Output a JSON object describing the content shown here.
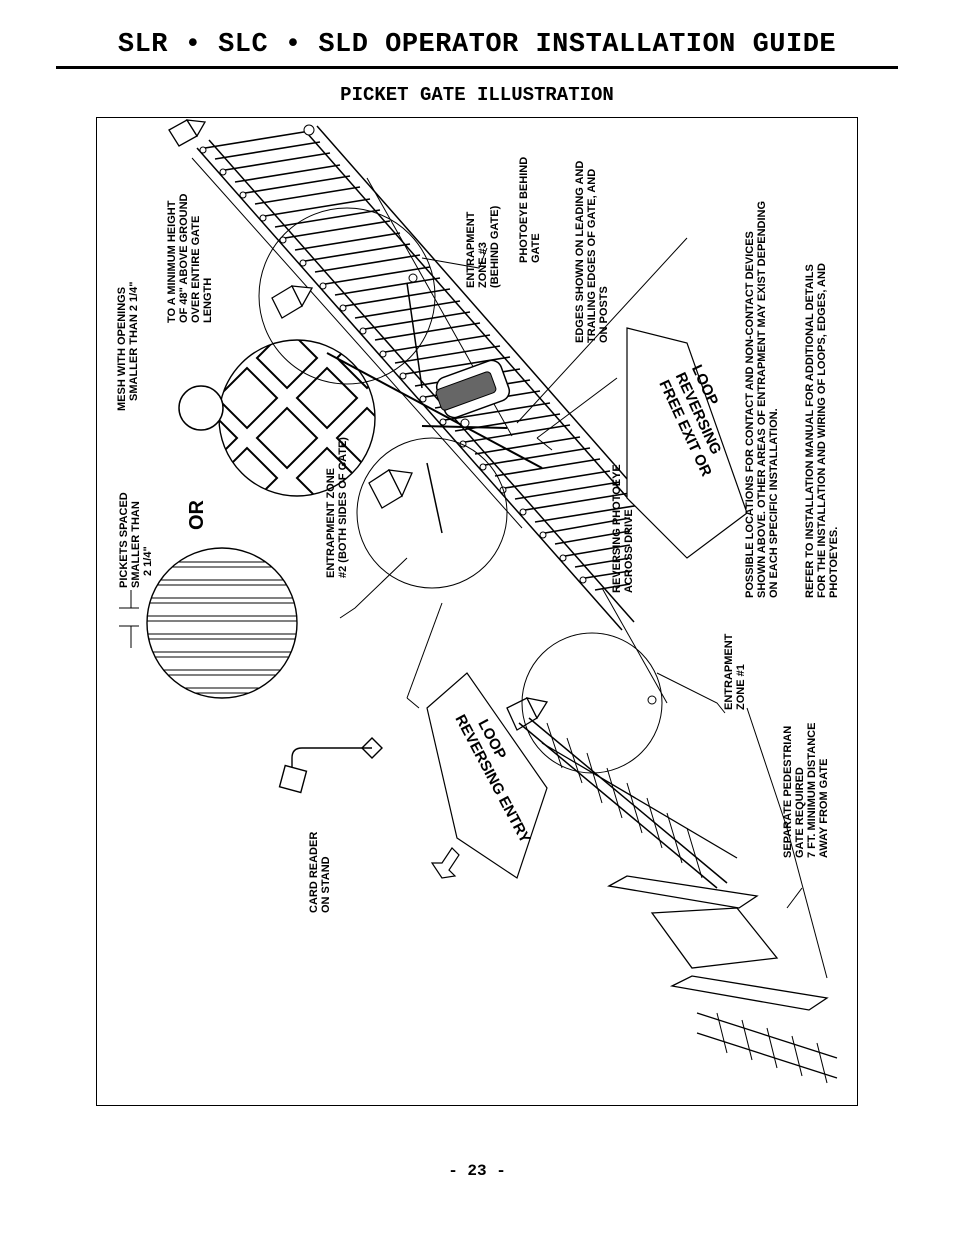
{
  "header": {
    "title": "SLR • SLC • SLD OPERATOR INSTALLATION GUIDE",
    "section": "PICKET GATE ILLUSTRATION"
  },
  "figure": {
    "labels": {
      "pickets": [
        "PICKETS SPACED",
        "SMALLER THAN",
        "2 1/4\""
      ],
      "mesh": [
        "MESH WITH OPENINGS",
        "SMALLER THAN 2 1/4\""
      ],
      "height": [
        "TO A MINIMUM HEIGHT",
        "OF 48\" ABOVE GROUND",
        "OVER ENTIRE GATE",
        "LENGTH"
      ],
      "or": "OR",
      "zone3": [
        "ENTRAPMENT",
        "ZONE #3",
        "(BEHIND GATE)"
      ],
      "photoeye_behind": [
        "PHOTOEYE BEHIND",
        "GATE"
      ],
      "edges": [
        "EDGES SHOWN ON LEADING AND",
        "TRAILING EDGES OF GATE, AND",
        "ON POSTS"
      ],
      "possible": [
        "POSSIBLE LOCATIONS FOR CONTACT AND NON-CONTACT DEVICES",
        "SHOWN ABOVE. OTHER AREAS OF ENTRAPMENT MAY EXIST DEPENDING",
        "ON EACH SPECIFIC INSTALLATION."
      ],
      "refer": [
        "REFER TO INSTALLATION MANUAL FOR ADDITIONAL DETAILS",
        "FOR THE INSTALLATION AND WIRING OF LOOPS, EDGES, AND",
        "PHOTOEYES."
      ],
      "zone2": [
        "ENTRAPMENT ZONE",
        "#2 (BOTH SIDES OF GATE)"
      ],
      "reversing_photoeye": [
        "REVERSING PHOTOEYE",
        "ACROSS DRIVE"
      ],
      "free_exit_loop": [
        "FREE EXIT OR",
        "REVERSING",
        "LOOP"
      ],
      "zone1": [
        "ENTRAPMENT",
        "ZONE #1"
      ],
      "reversing_entry_loop": [
        "REVERSING ENTRY",
        "LOOP"
      ],
      "card_reader": [
        "CARD READER",
        "ON STAND"
      ],
      "pedestrian": [
        "SEPARATE PEDESTRIAN",
        "GATE REQUIRED",
        "7 FT. MINIMUM DISTANCE",
        "AWAY FROM GATE"
      ]
    }
  },
  "footer": {
    "page_number": "- 23 -"
  }
}
